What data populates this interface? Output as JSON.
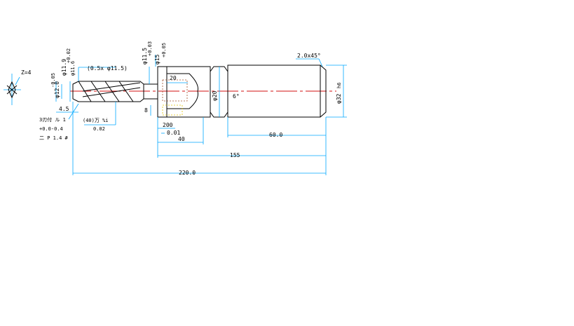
{
  "colors": {
    "background": "#ffffff",
    "outline": "#000000",
    "dimension": "#00a8ff",
    "centerline": "#d01010",
    "hidden": "#a0522d",
    "highlight": "#e0c000"
  },
  "flutes_label": "Z=4",
  "chamfer_label": "2.0x45°",
  "angle_label": "6°",
  "dims": {
    "groove": "(0.5x φ11.5)",
    "d_tip": "φ11.9",
    "d_tip_tol": "+0.02",
    "d_pilot": "φ11.6",
    "d_small": "φ12.0",
    "d_small_tol": "-0.05",
    "d_bore": "φ11.5",
    "d_bore_tol": "+0.03",
    "d_body": "φ15",
    "d_body_tol": "+0.05",
    "d_body2": "φ20",
    "d_shank": "φ32",
    "d_shank_tol": "h6",
    "len_20_top": "20",
    "len_8": "8",
    "len_200": "200",
    "len_001": "0.01",
    "len_40": "40",
    "len_60": "60.0",
    "len_155": "155",
    "len_220": "220.0",
    "len_45": "4.5",
    "note_2_1": "3刃付 ル 1",
    "note_2_2": "+0.0-0.4",
    "note_2_3": "二 P 1.4 #",
    "note_40": "(40)万 %i",
    "note_002": "0.02"
  }
}
